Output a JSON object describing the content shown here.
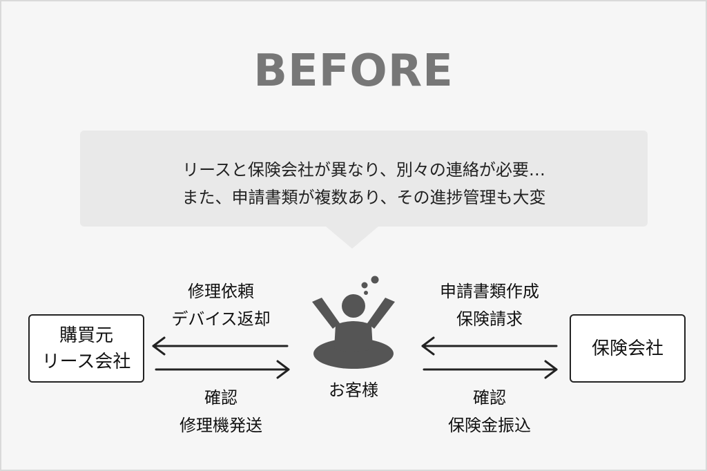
{
  "title": "BEFORE",
  "bubble": {
    "lines": [
      "リースと保険会社が異なり、別々の連絡が必要…",
      "また、申請書類が複数あり、その進捗管理も大変"
    ]
  },
  "left_box": {
    "lines": [
      "購買元",
      "リース会社"
    ]
  },
  "right_box": {
    "lines": [
      "保険会社"
    ]
  },
  "customer": {
    "label": "お客様",
    "icon": "struggling-person-icon"
  },
  "left_top_label": [
    "修理依頼",
    "デバイス返却"
  ],
  "left_bottom_label": [
    "確認",
    "修理機発送"
  ],
  "right_top_label": [
    "申請書類作成",
    "保険請求"
  ],
  "right_bottom_label": [
    "確認",
    "保険金振込"
  ],
  "colors": {
    "background": "#f6f6f6",
    "title": "#777777",
    "bubble": "#e9e9e9",
    "icon": "#555555",
    "line": "#222222"
  }
}
